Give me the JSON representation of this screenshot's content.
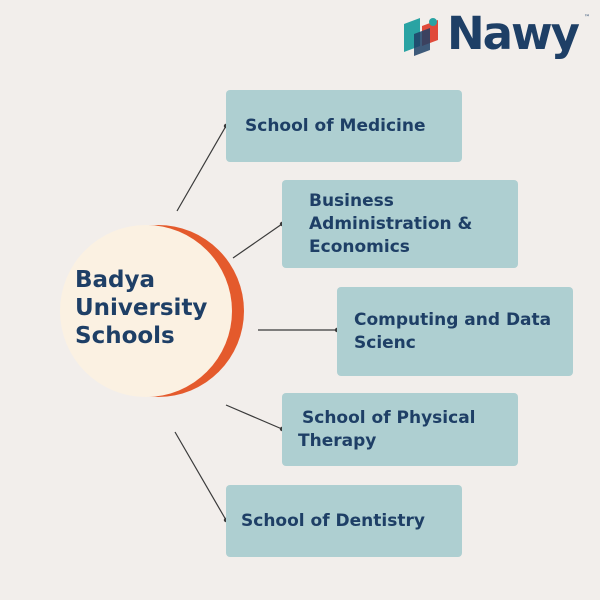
{
  "logo": {
    "text": "Nawy",
    "trademark": "™",
    "colors": {
      "teal": "#2aa3a3",
      "red": "#e04a3a",
      "navy": "#1e3f66"
    }
  },
  "hub": {
    "title": "Badya University Schools",
    "fill": "#fbf1e2",
    "accent": "#e45a2c"
  },
  "schools": [
    {
      "label": "School of Medicine"
    },
    {
      "label": "Business Administration & Economics"
    },
    {
      "label": "Computing and Data Scienc"
    },
    {
      "label": "School of Physical Therapy"
    },
    {
      "label": "School of Dentistry"
    }
  ],
  "colors": {
    "background": "#f2eeeb",
    "box": "#aecfd1",
    "text": "#1e3f66",
    "connector": "#3a3a3a"
  }
}
